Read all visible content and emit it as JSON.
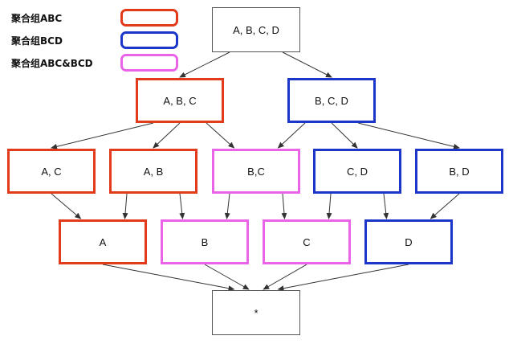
{
  "colors": {
    "abc": "#e23b1c",
    "bcd": "#1b36c8",
    "both": "#ea64e8",
    "plain": "#555555",
    "edge": "#333333"
  },
  "legend": [
    {
      "label": "聚合组ABC",
      "group": "abc"
    },
    {
      "label": "聚合组BCD",
      "group": "bcd"
    },
    {
      "label": "聚合组ABC&BCD",
      "group": "both"
    }
  ],
  "nodes": {
    "abcd": {
      "label": "A, B, C, D",
      "group": "plain"
    },
    "abc": {
      "label": "A, B, C",
      "group": "abc"
    },
    "bcd": {
      "label": "B, C, D",
      "group": "bcd"
    },
    "ac": {
      "label": "A, C",
      "group": "abc"
    },
    "ab": {
      "label": "A, B",
      "group": "abc"
    },
    "bc": {
      "label": "B,C",
      "group": "both"
    },
    "cd": {
      "label": "C, D",
      "group": "bcd"
    },
    "bd": {
      "label": "B, D",
      "group": "bcd"
    },
    "a": {
      "label": "A",
      "group": "abc"
    },
    "b": {
      "label": "B",
      "group": "both"
    },
    "c": {
      "label": "C",
      "group": "both"
    },
    "d": {
      "label": "D",
      "group": "bcd"
    },
    "all": {
      "label": "*",
      "group": "plain"
    }
  },
  "edges": [
    [
      "abcd",
      "abc"
    ],
    [
      "abcd",
      "bcd"
    ],
    [
      "abc",
      "ac"
    ],
    [
      "abc",
      "ab"
    ],
    [
      "abc",
      "bc"
    ],
    [
      "bcd",
      "bc"
    ],
    [
      "bcd",
      "cd"
    ],
    [
      "bcd",
      "bd"
    ],
    [
      "ac",
      "a"
    ],
    [
      "ab",
      "a"
    ],
    [
      "ab",
      "b"
    ],
    [
      "bc",
      "b"
    ],
    [
      "bc",
      "c"
    ],
    [
      "cd",
      "c"
    ],
    [
      "cd",
      "d"
    ],
    [
      "bd",
      "d"
    ],
    [
      "a",
      "all"
    ],
    [
      "b",
      "all"
    ],
    [
      "c",
      "all"
    ],
    [
      "d",
      "all"
    ]
  ]
}
